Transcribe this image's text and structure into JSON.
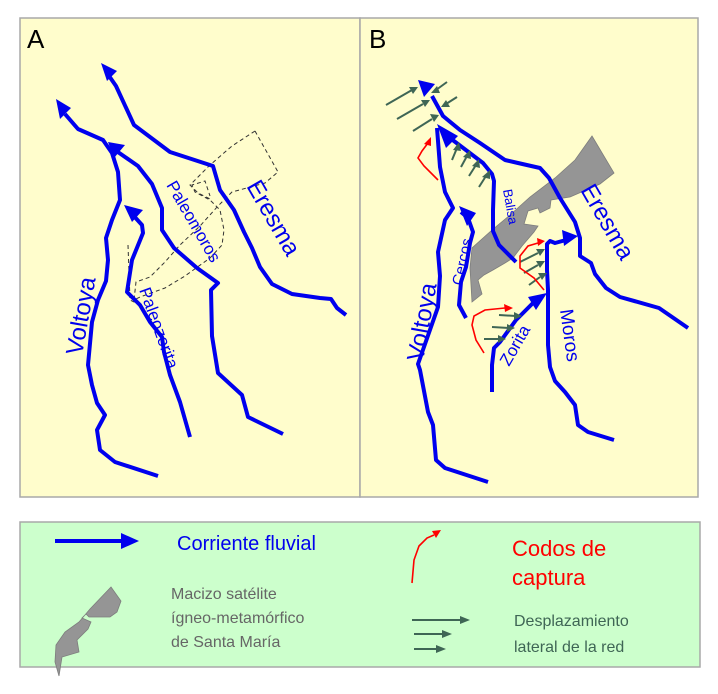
{
  "panels": {
    "a": {
      "label": "A",
      "rivers": [
        "Voltoya",
        "Paleozorita",
        "Paleomoros",
        "Eresma"
      ]
    },
    "b": {
      "label": "B",
      "rivers": [
        "Voltoya",
        "Cercos",
        "Balisa",
        "Zorita",
        "Moros",
        "Eresma"
      ]
    }
  },
  "legend": {
    "stream": {
      "label": "Corriente fluvial",
      "icon": "stream-arrow-icon"
    },
    "capture": {
      "label_line1": "Codos de",
      "label_line2": "captura",
      "icon": "capture-elbow-icon"
    },
    "massif": {
      "label_line1": "Macizo satélite",
      "label_line2": "ígneo-metamórfico",
      "label_line3": "de Santa María",
      "icon": "massif-shape-icon"
    },
    "shift": {
      "label_line1": "Desplazamiento",
      "label_line2": "lateral de la red",
      "icon": "lateral-shift-arrows-icon"
    }
  },
  "colors": {
    "river": "#0000ee",
    "capture": "#ff0000",
    "shift": "#3f6655",
    "massif": "#959595",
    "panel_bg": "#fffdcc",
    "legend_bg": "#ccffcc",
    "legend_text_gray": "#666666"
  }
}
